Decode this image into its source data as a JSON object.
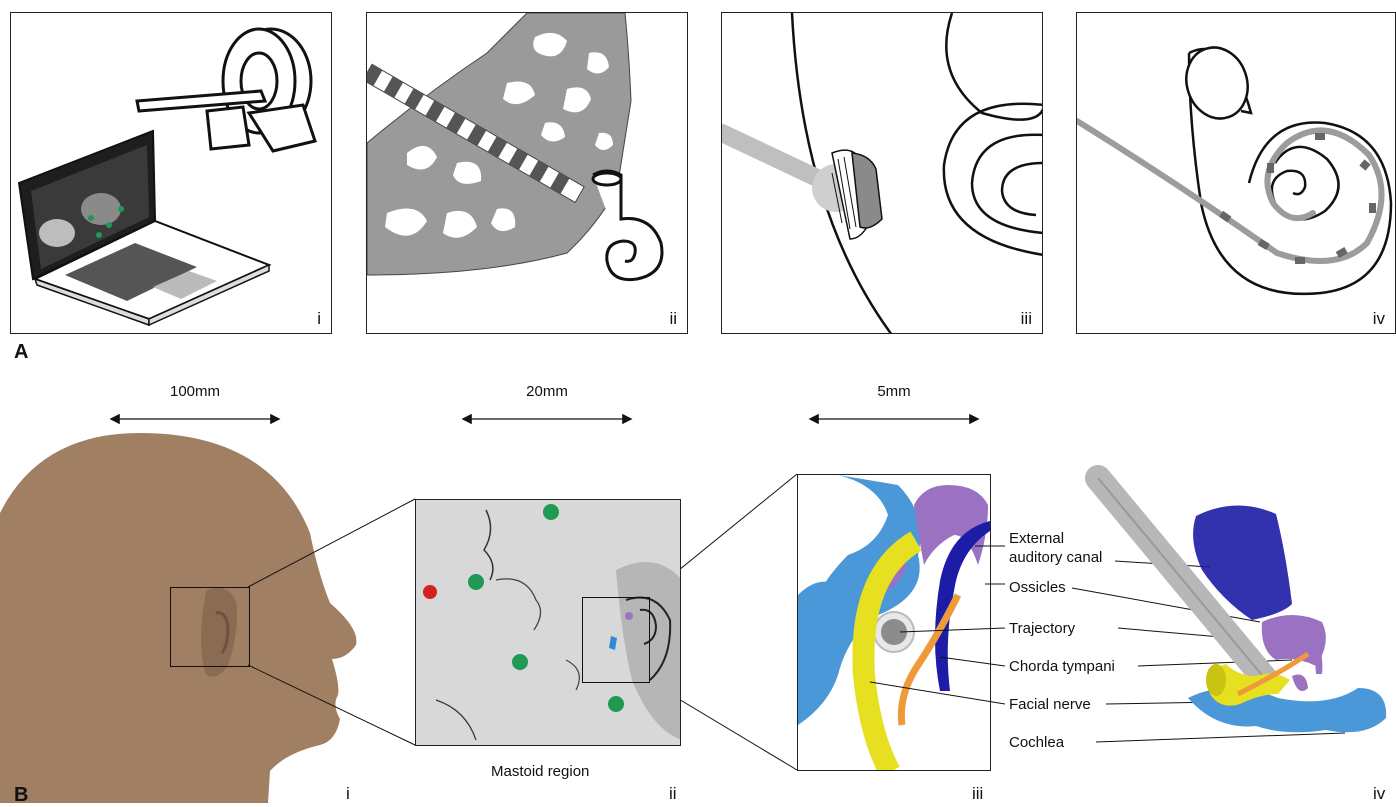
{
  "panel_a": {
    "label": "A",
    "sub_labels": [
      "i",
      "ii",
      "iii",
      "iv"
    ]
  },
  "panel_b": {
    "label": "B",
    "sub_labels": [
      "i",
      "ii",
      "iii",
      "iv"
    ],
    "scale_bars": [
      "100mm",
      "20mm",
      "5mm"
    ],
    "mastoid_caption": "Mastoid region",
    "annotations": {
      "external_auditory_canal_line1": "External",
      "external_auditory_canal_line2": "auditory canal",
      "ossicles": "Ossicles",
      "trajectory": "Trajectory",
      "chorda_tympani": "Chorda tympani",
      "facial_nerve": "Facial nerve",
      "cochlea": "Cochlea"
    }
  },
  "colors": {
    "skin": "#a07f63",
    "bone_gray": "#9a9a9a",
    "fiducial_green": "#1e9a55",
    "fiducial_red": "#d42020",
    "cochlea_blue": "#4a98d8",
    "canal_navy": "#1c1ca6",
    "ossicles_purple": "#9b72c2",
    "chorda_orange": "#ef9a3a",
    "facial_yellow": "#e6e020",
    "trajectory_gray": "#b7b7b7"
  }
}
